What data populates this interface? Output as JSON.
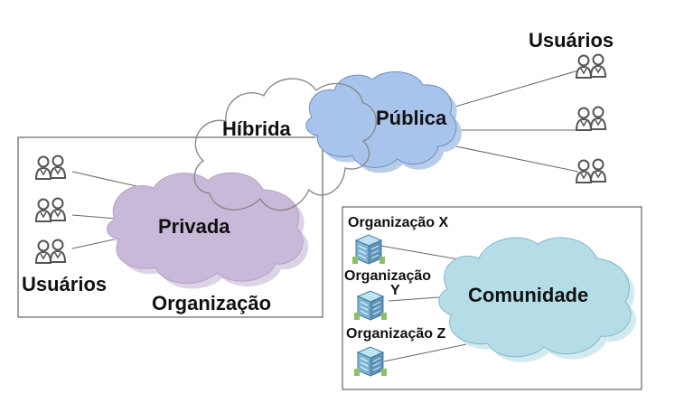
{
  "labels": {
    "hybrid": "Híbrida",
    "public": "Pública",
    "private": "Privada",
    "community": "Comunidade",
    "users_top": "Usuários",
    "users_bottom": "Usuários",
    "organization": "Organização",
    "org_x": "Organização X",
    "org_y_line1": "Organização",
    "org_y_line2": "Y",
    "org_z": "Organização Z"
  },
  "colors": {
    "public_cloud": "#a9c4ec",
    "private_cloud": "#c9b9d8",
    "community_cloud": "#b4dde8",
    "hybrid_cloud": "#ffffff",
    "stroke": "#6f6f6f",
    "text": "#111111"
  },
  "icons": {
    "users": "users-pair-icon",
    "building": "office-building-icon"
  }
}
